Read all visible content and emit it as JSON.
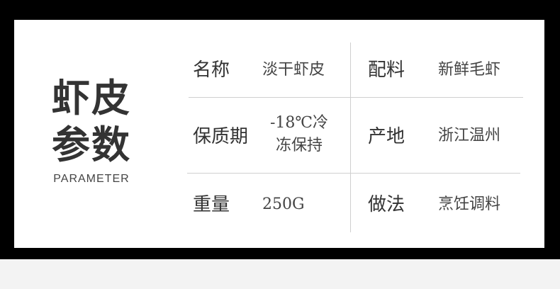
{
  "heading": {
    "line1": "虾皮",
    "line2": "参数",
    "subtitle": "PARAMETER"
  },
  "rows": [
    {
      "left": {
        "label": "名称",
        "value": "淡干虾皮"
      },
      "right": {
        "label": "配料",
        "value": "新鲜毛虾"
      }
    },
    {
      "left": {
        "label": "保质期",
        "value_line1": "-18℃冷",
        "value_line2": "冻保持"
      },
      "right": {
        "label": "产地",
        "value": "浙江温州"
      }
    },
    {
      "left": {
        "label": "重量",
        "value": "250G"
      },
      "right": {
        "label": "做法",
        "value": "烹饪调料"
      }
    }
  ],
  "colors": {
    "frame": "#000000",
    "card": "#ffffff",
    "text": "#333333",
    "divider": "#cfcfcf",
    "footer": "#f3f3f3"
  }
}
